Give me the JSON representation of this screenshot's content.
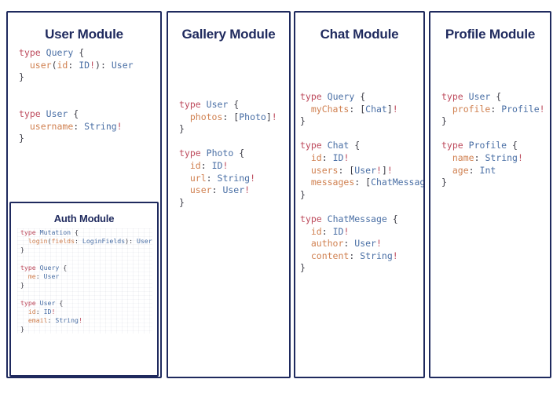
{
  "diagram": {
    "type": "graphql-schema-module-map",
    "background_color": "#ffffff",
    "card_border_color": "#1f2a5e",
    "title_color": "#1f2a5e",
    "syntax_colors": {
      "keyword": "#bd4a5c",
      "type_name": "#4a6fa5",
      "field_name": "#d08050",
      "punctuation": "#3c3c46",
      "non_null_bang": "#bd4a5c"
    }
  },
  "cards": {
    "user": {
      "title": "User Module",
      "code": "type Query {\n  user(id: ID!): User\n}\n\n\ntype User {\n  username: String!\n}"
    },
    "auth": {
      "title": "Auth Module",
      "code": "type Mutation {\n  login(fields: LoginFields): User\n}\n\ntype Query {\n  me: User\n}\n\ntype User {\n  id: ID!\n  email: String!\n}"
    },
    "gallery": {
      "title": "Gallery Module",
      "code": "type User {\n  photos: [Photo]!\n}\n\ntype Photo {\n  id: ID!\n  url: String!\n  user: User!\n}"
    },
    "chat": {
      "title": "Chat Module",
      "code": "type Query {\n  myChats: [Chat]!\n}\n\ntype Chat {\n  id: ID!\n  users: [User!]!\n  messages: [ChatMessage]!\n}\n\ntype ChatMessage {\n  id: ID!\n  author: User!\n  content: String!\n}"
    },
    "profile": {
      "title": "Profile Module",
      "code": "type User {\n  profile: Profile!\n}\n\ntype Profile {\n  name: String!\n  age: Int\n}"
    }
  }
}
